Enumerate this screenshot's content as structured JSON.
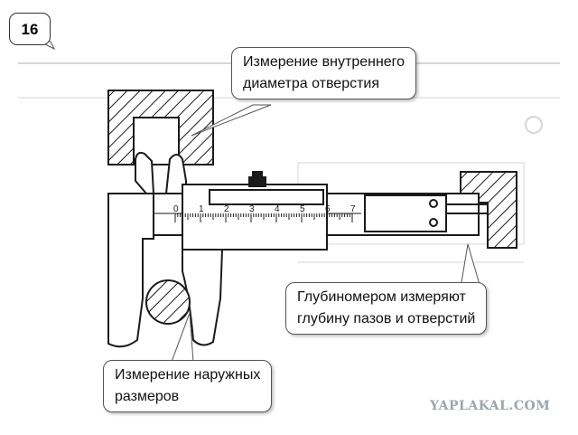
{
  "badge": "16",
  "callouts": {
    "inner": [
      "Измерение внутреннего",
      "диаметра отверстия"
    ],
    "depth": [
      "Глубиномером измеряют",
      "глубину пазов и отверстий"
    ],
    "outer": [
      "Измерение наружных",
      "размеров"
    ]
  },
  "scale_numbers": [
    "0",
    "1",
    "2",
    "3",
    "4",
    "5",
    "6",
    "7"
  ],
  "watermark": "YAPLAKAL.COM",
  "colors": {
    "ink": "#1a1a1a",
    "background": "#ffffff",
    "watermark": "#9aa6b0"
  }
}
